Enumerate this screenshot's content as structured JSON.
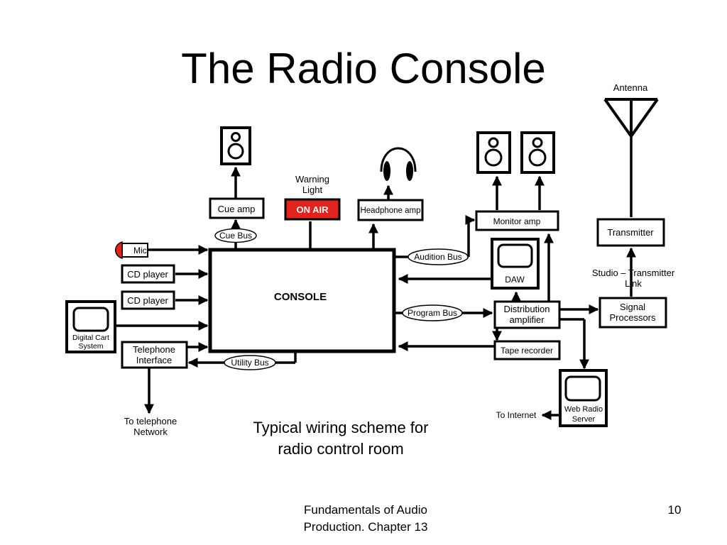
{
  "slide": {
    "title": "The Radio Console",
    "caption": [
      "Typical wiring scheme for",
      "radio control room"
    ],
    "footer": [
      "Fundamentals of Audio",
      "Production. Chapter 13"
    ],
    "page_number": "10"
  },
  "diagram": {
    "accent": "#e0231c",
    "labels": {
      "antenna": "Antenna",
      "warning_light": [
        "Warning",
        "Light"
      ],
      "on_air": "ON AIR",
      "cue_amp": "Cue amp",
      "headphone_amp": "Headphone amp",
      "monitor_amp": "Monitor amp",
      "transmitter": "Transmitter",
      "stl": [
        "Studio – Transmitter",
        "Link"
      ],
      "signal_processors": [
        "Signal",
        "Processors"
      ],
      "cue_bus": "Cue Bus",
      "audition_bus": "Audition Bus",
      "program_bus": "Program Bus",
      "utility_bus": "Utility Bus",
      "mic": "Mic",
      "cd_player_1": "CD player",
      "cd_player_2": "CD player",
      "digital_cart": [
        "Digital Cart",
        "System"
      ],
      "telephone_interface": [
        "Telephone",
        "Interface"
      ],
      "to_telephone": [
        "To telephone",
        "Network"
      ],
      "console": "CONSOLE",
      "daw": "DAW",
      "distribution_amp": [
        "Distribution",
        "amplifier"
      ],
      "tape_recorder": "Tape recorder",
      "web_radio": [
        "Web Radio",
        "Server"
      ],
      "to_internet": "To Internet"
    }
  }
}
